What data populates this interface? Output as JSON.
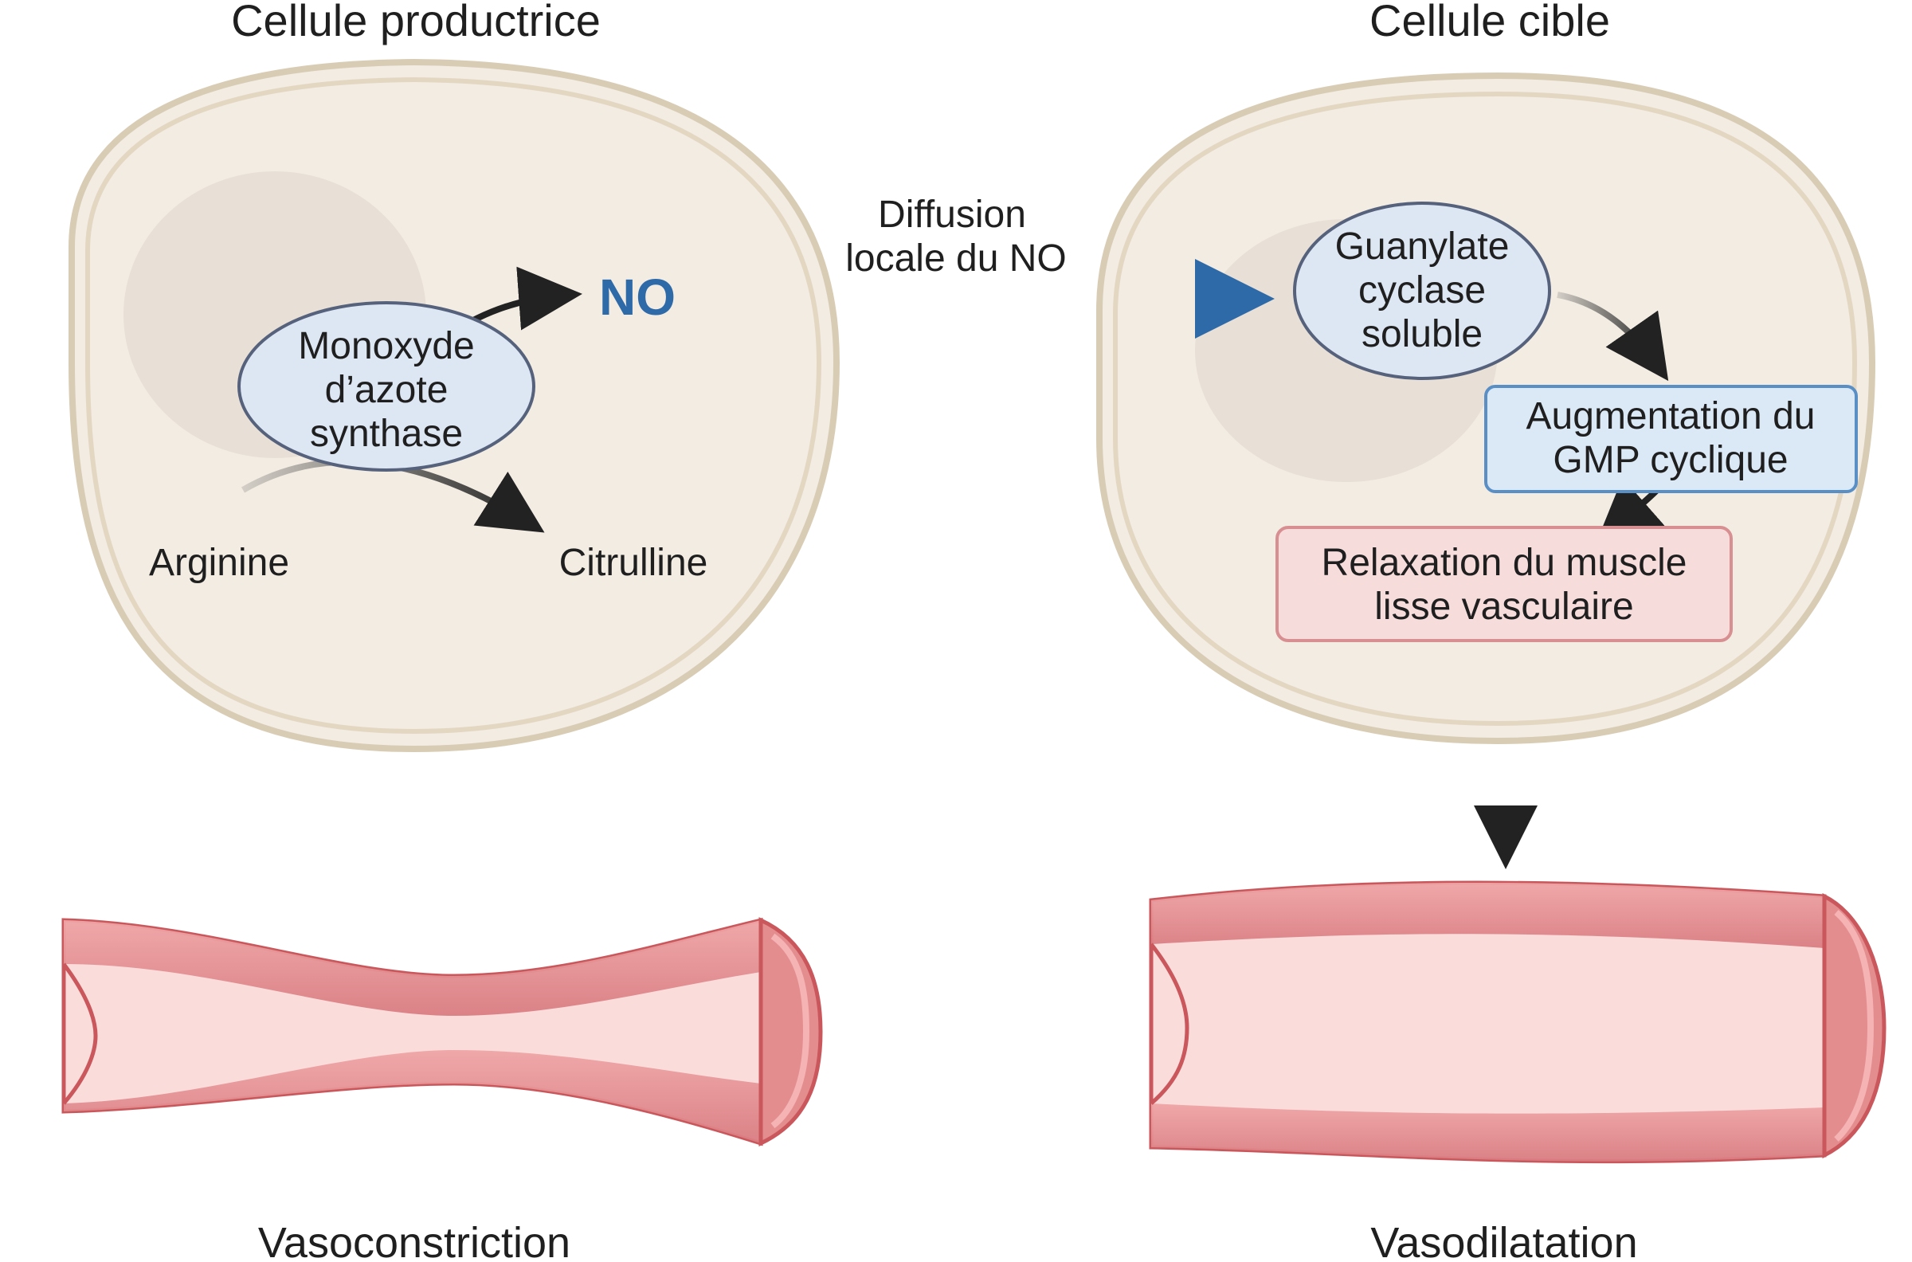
{
  "labels": {
    "producer_title": "Cellule productrice",
    "target_title": "Cellule cible",
    "diffusion_line1": "Diffusion",
    "diffusion_line2": "locale du NO",
    "no": "NO",
    "enzyme_line1": "Monoxyde",
    "enzyme_line2": "d’azote",
    "enzyme_line3": "synthase",
    "substrate": "Arginine",
    "product": "Citrulline",
    "gc_line1": "Guanylate",
    "gc_line2": "cyclase",
    "gc_line3": "soluble",
    "cgmp_line1": "Augmentation du",
    "cgmp_line2": "GMP cyclique",
    "relax_line1": "Relaxation du muscle",
    "relax_line2": "lisse vasculaire",
    "vasoconstriction": "Vasoconstriction",
    "vasodilatation": "Vasodilatation"
  },
  "colors": {
    "cell_fill": "#f2ece3",
    "cell_border": "#d9ccb5",
    "nucleus_fill": "#e9e1d6",
    "enzyme_fill": "#dde6f3",
    "enzyme_border": "#56627c",
    "no_blue": "#2f6aa8",
    "cgmp_fill": "#dbe8f6",
    "cgmp_border": "#5a8fc6",
    "relax_fill": "#f7dcdc",
    "relax_border": "#d88f92",
    "vessel_wall": "#e38d8f",
    "vessel_wall_dark": "#c9575c",
    "vessel_lumen": "#fadcdb",
    "arrow_dark": "#222222"
  },
  "icons": {
    "producer_cell": "cell-shape",
    "target_cell": "cell-shape",
    "constricted_vessel": "blood-vessel-icon",
    "dilated_vessel": "blood-vessel-icon"
  }
}
